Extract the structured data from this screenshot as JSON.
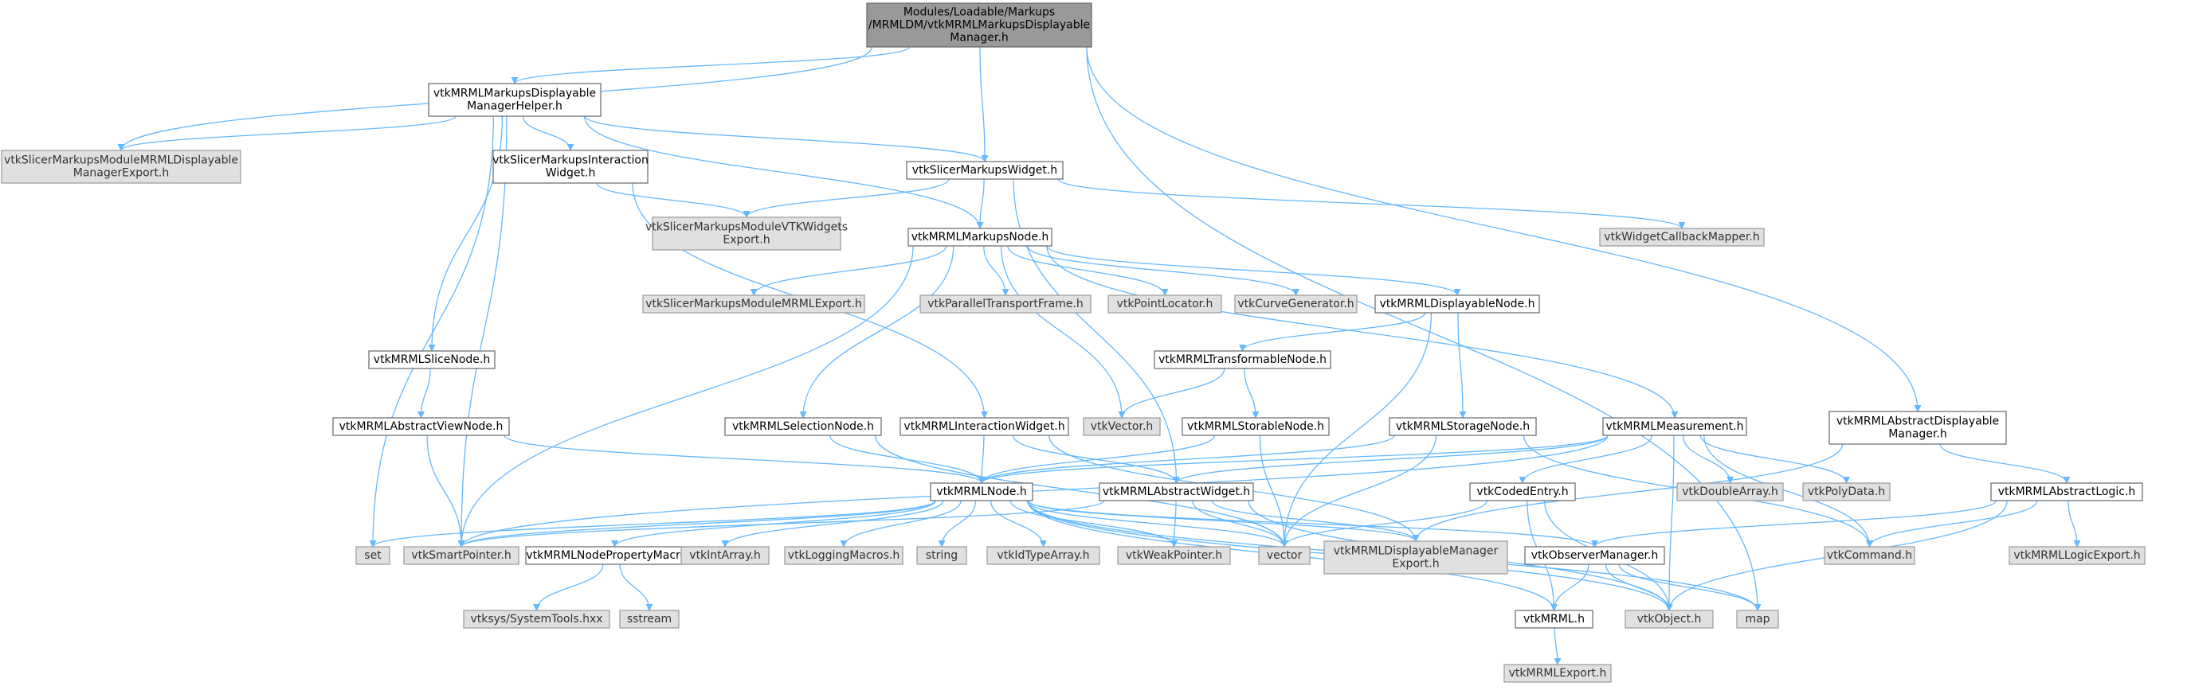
{
  "graph": {
    "title": "",
    "colors": {
      "root_fill": "#999999",
      "doc_fill": "#ffffff",
      "ext_fill": "#e0e0e0",
      "edge": "#63b8ff",
      "border": "#666666"
    },
    "nodes": [
      {
        "id": "root",
        "kind": "root",
        "lines": [
          "Modules/Loadable/Markups",
          "/MRMLDM/vtkMRMLMarkupsDisplayable",
          "Manager.h"
        ]
      },
      {
        "id": "helper",
        "kind": "doc",
        "lines": [
          "vtkMRMLMarkupsDisplayable",
          "ManagerHelper.h"
        ]
      },
      {
        "id": "slicerExport",
        "kind": "ext",
        "lines": [
          "vtkSlicerMarkupsModuleMRMLDisplayable",
          "ManagerExport.h"
        ]
      },
      {
        "id": "interactionWidget",
        "kind": "doc",
        "lines": [
          "vtkSlicerMarkupsInteraction",
          "Widget.h"
        ]
      },
      {
        "id": "markupsWidget",
        "kind": "doc",
        "lines": [
          "vtkSlicerMarkupsWidget.h"
        ]
      },
      {
        "id": "vtkWidgetsExport",
        "kind": "ext",
        "lines": [
          "vtkSlicerMarkupsModuleVTKWidgets",
          "Export.h"
        ]
      },
      {
        "id": "widgetCallback",
        "kind": "ext",
        "lines": [
          "vtkWidgetCallbackMapper.h"
        ]
      },
      {
        "id": "markupsNode",
        "kind": "doc",
        "lines": [
          "vtkMRMLMarkupsNode.h"
        ]
      },
      {
        "id": "mrmlExport",
        "kind": "ext",
        "lines": [
          "vtkSlicerMarkupsModuleMRMLExport.h"
        ]
      },
      {
        "id": "parallelTransport",
        "kind": "ext",
        "lines": [
          "vtkParallelTransportFrame.h"
        ]
      },
      {
        "id": "pointLocator",
        "kind": "ext",
        "lines": [
          "vtkPointLocator.h"
        ]
      },
      {
        "id": "curveGenerator",
        "kind": "ext",
        "lines": [
          "vtkCurveGenerator.h"
        ]
      },
      {
        "id": "displayableNode",
        "kind": "doc",
        "lines": [
          "vtkMRMLDisplayableNode.h"
        ]
      },
      {
        "id": "transformableNode",
        "kind": "doc",
        "lines": [
          "vtkMRMLTransformableNode.h"
        ]
      },
      {
        "id": "sliceNode",
        "kind": "doc",
        "lines": [
          "vtkMRMLSliceNode.h"
        ]
      },
      {
        "id": "abstractViewNode",
        "kind": "doc",
        "lines": [
          "vtkMRMLAbstractViewNode.h"
        ]
      },
      {
        "id": "vtkVector",
        "kind": "ext",
        "lines": [
          "vtkVector.h"
        ]
      },
      {
        "id": "selectionNode",
        "kind": "doc",
        "lines": [
          "vtkMRMLSelectionNode.h"
        ]
      },
      {
        "id": "interactionWidgetMRML",
        "kind": "doc",
        "lines": [
          "vtkMRMLInteractionWidget.h"
        ]
      },
      {
        "id": "storableNode",
        "kind": "doc",
        "lines": [
          "vtkMRMLStorableNode.h"
        ]
      },
      {
        "id": "storageNode",
        "kind": "doc",
        "lines": [
          "vtkMRMLStorageNode.h"
        ]
      },
      {
        "id": "measurement",
        "kind": "doc",
        "lines": [
          "vtkMRMLMeasurement.h"
        ]
      },
      {
        "id": "abstractDispMgr",
        "kind": "doc",
        "lines": [
          "vtkMRMLAbstractDisplayable",
          "Manager.h"
        ]
      },
      {
        "id": "abstractLogic",
        "kind": "doc",
        "lines": [
          "vtkMRMLAbstractLogic.h"
        ]
      },
      {
        "id": "mrmlNode",
        "kind": "doc",
        "lines": [
          "vtkMRMLNode.h"
        ]
      },
      {
        "id": "abstractWidget",
        "kind": "doc",
        "lines": [
          "vtkMRMLAbstractWidget.h"
        ]
      },
      {
        "id": "codedEntry",
        "kind": "doc",
        "lines": [
          "vtkCodedEntry.h"
        ]
      },
      {
        "id": "doubleArray",
        "kind": "ext",
        "lines": [
          "vtkDoubleArray.h"
        ]
      },
      {
        "id": "polyData",
        "kind": "ext",
        "lines": [
          "vtkPolyData.h"
        ]
      },
      {
        "id": "set",
        "kind": "ext",
        "lines": [
          "set"
        ]
      },
      {
        "id": "smartPointer",
        "kind": "ext",
        "lines": [
          "vtkSmartPointer.h"
        ]
      },
      {
        "id": "propertyMacros",
        "kind": "doc",
        "lines": [
          "vtkMRMLNodePropertyMacros.h"
        ]
      },
      {
        "id": "intArray",
        "kind": "ext",
        "lines": [
          "vtkIntArray.h"
        ]
      },
      {
        "id": "loggingMacros",
        "kind": "ext",
        "lines": [
          "vtkLoggingMacros.h"
        ]
      },
      {
        "id": "string",
        "kind": "ext",
        "lines": [
          "string"
        ]
      },
      {
        "id": "idTypeArray",
        "kind": "ext",
        "lines": [
          "vtkIdTypeArray.h"
        ]
      },
      {
        "id": "weakPointer",
        "kind": "ext",
        "lines": [
          "vtkWeakPointer.h"
        ]
      },
      {
        "id": "vector",
        "kind": "ext",
        "lines": [
          "vector"
        ]
      },
      {
        "id": "dispMgrExport",
        "kind": "ext",
        "lines": [
          "vtkMRMLDisplayableManager",
          "Export.h"
        ]
      },
      {
        "id": "observerManager",
        "kind": "doc",
        "lines": [
          "vtkObserverManager.h"
        ]
      },
      {
        "id": "vtkCommand",
        "kind": "ext",
        "lines": [
          "vtkCommand.h"
        ]
      },
      {
        "id": "logicExport",
        "kind": "ext",
        "lines": [
          "vtkMRMLLogicExport.h"
        ]
      },
      {
        "id": "systemTools",
        "kind": "ext",
        "lines": [
          "vtksys/SystemTools.hxx"
        ]
      },
      {
        "id": "sstream",
        "kind": "ext",
        "lines": [
          "sstream"
        ]
      },
      {
        "id": "vtkMRML",
        "kind": "doc",
        "lines": [
          "vtkMRML.h"
        ]
      },
      {
        "id": "vtkObject",
        "kind": "ext",
        "lines": [
          "vtkObject.h"
        ]
      },
      {
        "id": "map",
        "kind": "ext",
        "lines": [
          "map"
        ]
      },
      {
        "id": "vtkMRMLExport",
        "kind": "ext",
        "lines": [
          "vtkMRMLExport.h"
        ]
      }
    ],
    "edges": [
      [
        "root",
        "helper"
      ],
      [
        "root",
        "slicerExport"
      ],
      [
        "root",
        "markupsWidget"
      ],
      [
        "root",
        "abstractDispMgr"
      ],
      [
        "root",
        "map"
      ],
      [
        "helper",
        "slicerExport"
      ],
      [
        "helper",
        "interactionWidget"
      ],
      [
        "helper",
        "markupsWidget"
      ],
      [
        "helper",
        "markupsNode"
      ],
      [
        "helper",
        "sliceNode"
      ],
      [
        "helper",
        "set"
      ],
      [
        "helper",
        "smartPointer"
      ],
      [
        "interactionWidget",
        "vtkWidgetsExport"
      ],
      [
        "interactionWidget",
        "interactionWidgetMRML"
      ],
      [
        "markupsWidget",
        "vtkWidgetsExport"
      ],
      [
        "markupsWidget",
        "widgetCallback"
      ],
      [
        "markupsWidget",
        "markupsNode"
      ],
      [
        "markupsWidget",
        "abstractWidget"
      ],
      [
        "markupsNode",
        "mrmlExport"
      ],
      [
        "markupsNode",
        "parallelTransport"
      ],
      [
        "markupsNode",
        "pointLocator"
      ],
      [
        "markupsNode",
        "curveGenerator"
      ],
      [
        "markupsNode",
        "displayableNode"
      ],
      [
        "markupsNode",
        "measurement"
      ],
      [
        "markupsNode",
        "selectionNode"
      ],
      [
        "markupsNode",
        "vtkVector"
      ],
      [
        "markupsNode",
        "smartPointer"
      ],
      [
        "displayableNode",
        "transformableNode"
      ],
      [
        "displayableNode",
        "storageNode"
      ],
      [
        "displayableNode",
        "vector"
      ],
      [
        "transformableNode",
        "storableNode"
      ],
      [
        "transformableNode",
        "vtkVector"
      ],
      [
        "sliceNode",
        "abstractViewNode"
      ],
      [
        "abstractViewNode",
        "mrmlNode"
      ],
      [
        "abstractViewNode",
        "smartPointer"
      ],
      [
        "selectionNode",
        "mrmlNode"
      ],
      [
        "selectionNode",
        "vector"
      ],
      [
        "interactionWidgetMRML",
        "mrmlNode"
      ],
      [
        "interactionWidgetMRML",
        "abstractWidget"
      ],
      [
        "interactionWidgetMRML",
        "dispMgrExport"
      ],
      [
        "storableNode",
        "mrmlNode"
      ],
      [
        "storableNode",
        "vector"
      ],
      [
        "storageNode",
        "mrmlNode"
      ],
      [
        "storageNode",
        "vector"
      ],
      [
        "storageNode",
        "vtkCommand"
      ],
      [
        "measurement",
        "mrmlNode"
      ],
      [
        "measurement",
        "codedEntry"
      ],
      [
        "measurement",
        "doubleArray"
      ],
      [
        "measurement",
        "polyData"
      ],
      [
        "measurement",
        "vtkCommand"
      ],
      [
        "measurement",
        "vtkObject"
      ],
      [
        "measurement",
        "smartPointer"
      ],
      [
        "measurement",
        "abstractWidget"
      ],
      [
        "abstractDispMgr",
        "abstractLogic"
      ],
      [
        "abstractDispMgr",
        "dispMgrExport"
      ],
      [
        "abstractLogic",
        "observerManager"
      ],
      [
        "abstractLogic",
        "vtkCommand"
      ],
      [
        "abstractLogic",
        "logicExport"
      ],
      [
        "abstractLogic",
        "vtkObject"
      ],
      [
        "mrmlNode",
        "set"
      ],
      [
        "mrmlNode",
        "smartPointer"
      ],
      [
        "mrmlNode",
        "propertyMacros"
      ],
      [
        "mrmlNode",
        "intArray"
      ],
      [
        "mrmlNode",
        "loggingMacros"
      ],
      [
        "mrmlNode",
        "string"
      ],
      [
        "mrmlNode",
        "idTypeArray"
      ],
      [
        "mrmlNode",
        "weakPointer"
      ],
      [
        "mrmlNode",
        "vector"
      ],
      [
        "mrmlNode",
        "dispMgrExport"
      ],
      [
        "mrmlNode",
        "observerManager"
      ],
      [
        "mrmlNode",
        "vtkMRML"
      ],
      [
        "mrmlNode",
        "vtkObject"
      ],
      [
        "mrmlNode",
        "map"
      ],
      [
        "abstractWidget",
        "weakPointer"
      ],
      [
        "abstractWidget",
        "vector"
      ],
      [
        "abstractWidget",
        "dispMgrExport"
      ],
      [
        "abstractWidget",
        "vtkObject"
      ],
      [
        "abstractWidget",
        "smartPointer"
      ],
      [
        "codedEntry",
        "vector"
      ],
      [
        "codedEntry",
        "vtkMRML"
      ],
      [
        "codedEntry",
        "vtkObject"
      ],
      [
        "propertyMacros",
        "systemTools"
      ],
      [
        "propertyMacros",
        "sstream"
      ],
      [
        "observerManager",
        "vtkMRML"
      ],
      [
        "observerManager",
        "vtkObject"
      ],
      [
        "observerManager",
        "map"
      ],
      [
        "vtkMRML",
        "vtkMRMLExport"
      ]
    ]
  }
}
